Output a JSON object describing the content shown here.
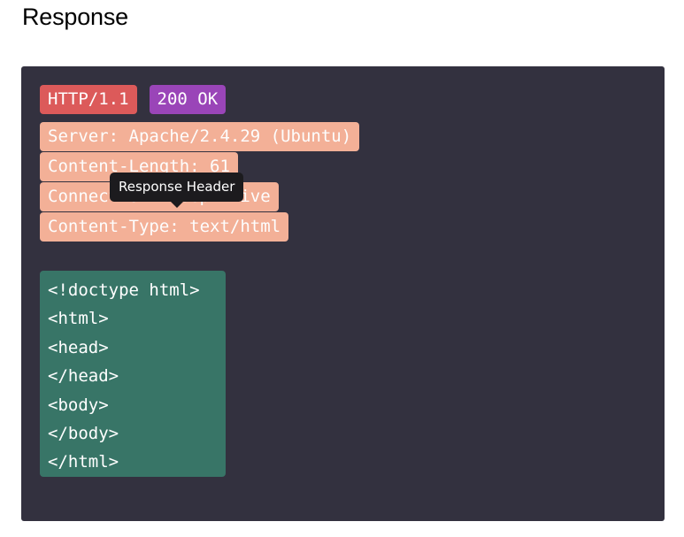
{
  "page": {
    "title": "Response"
  },
  "response": {
    "status_line": {
      "version": "HTTP/1.1",
      "status": "200 OK"
    },
    "headers": [
      "Server: Apache/2.4.29 (Ubuntu)",
      "Content-Length: 61",
      "Connection: Keep-Alive",
      "Content-Type: text/html"
    ],
    "body_lines": [
      "<!doctype html>",
      "<html>",
      "<head>",
      "</head>",
      "<body>",
      "</body>",
      "</html>"
    ]
  },
  "tooltip": {
    "text": "Response Header"
  },
  "colors": {
    "panel_background": "#33313f",
    "version_chip": "#dc5a5a",
    "status_chip": "#9a45b8",
    "header_chip": "#f3b097",
    "body_block": "#387567",
    "tooltip_background": "#1c1b1e"
  }
}
